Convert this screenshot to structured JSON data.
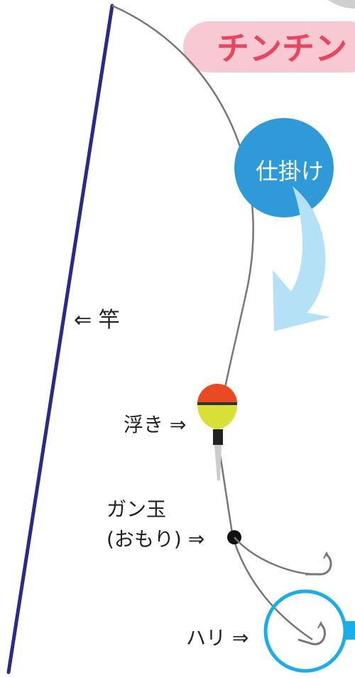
{
  "header": {
    "title": "チンチン"
  },
  "badge": {
    "label": "仕掛け"
  },
  "labels": {
    "rod": "⇐ 竿",
    "float": "浮き ⇒",
    "sinker_line1": "ガン玉",
    "sinker_line2": "(おもり) ⇒",
    "hook": "ハリ ⇒"
  },
  "colors": {
    "title_bg": "#f8c9d2",
    "title_text": "#e8455f",
    "badge_circle": "#2e9bd8",
    "arrow": "#b4e1f6",
    "rod": "#2a2a8a",
    "line": "#777777",
    "float_top": "#ea4a22",
    "float_bottom": "#d8e038",
    "hook_circle": "#1aaee8"
  },
  "icons": {
    "arrow": "curved-down-arrow-icon",
    "float": "float-bobber-icon",
    "sinker": "split-shot-sinker-icon",
    "hook": "fishing-hook-icon"
  }
}
